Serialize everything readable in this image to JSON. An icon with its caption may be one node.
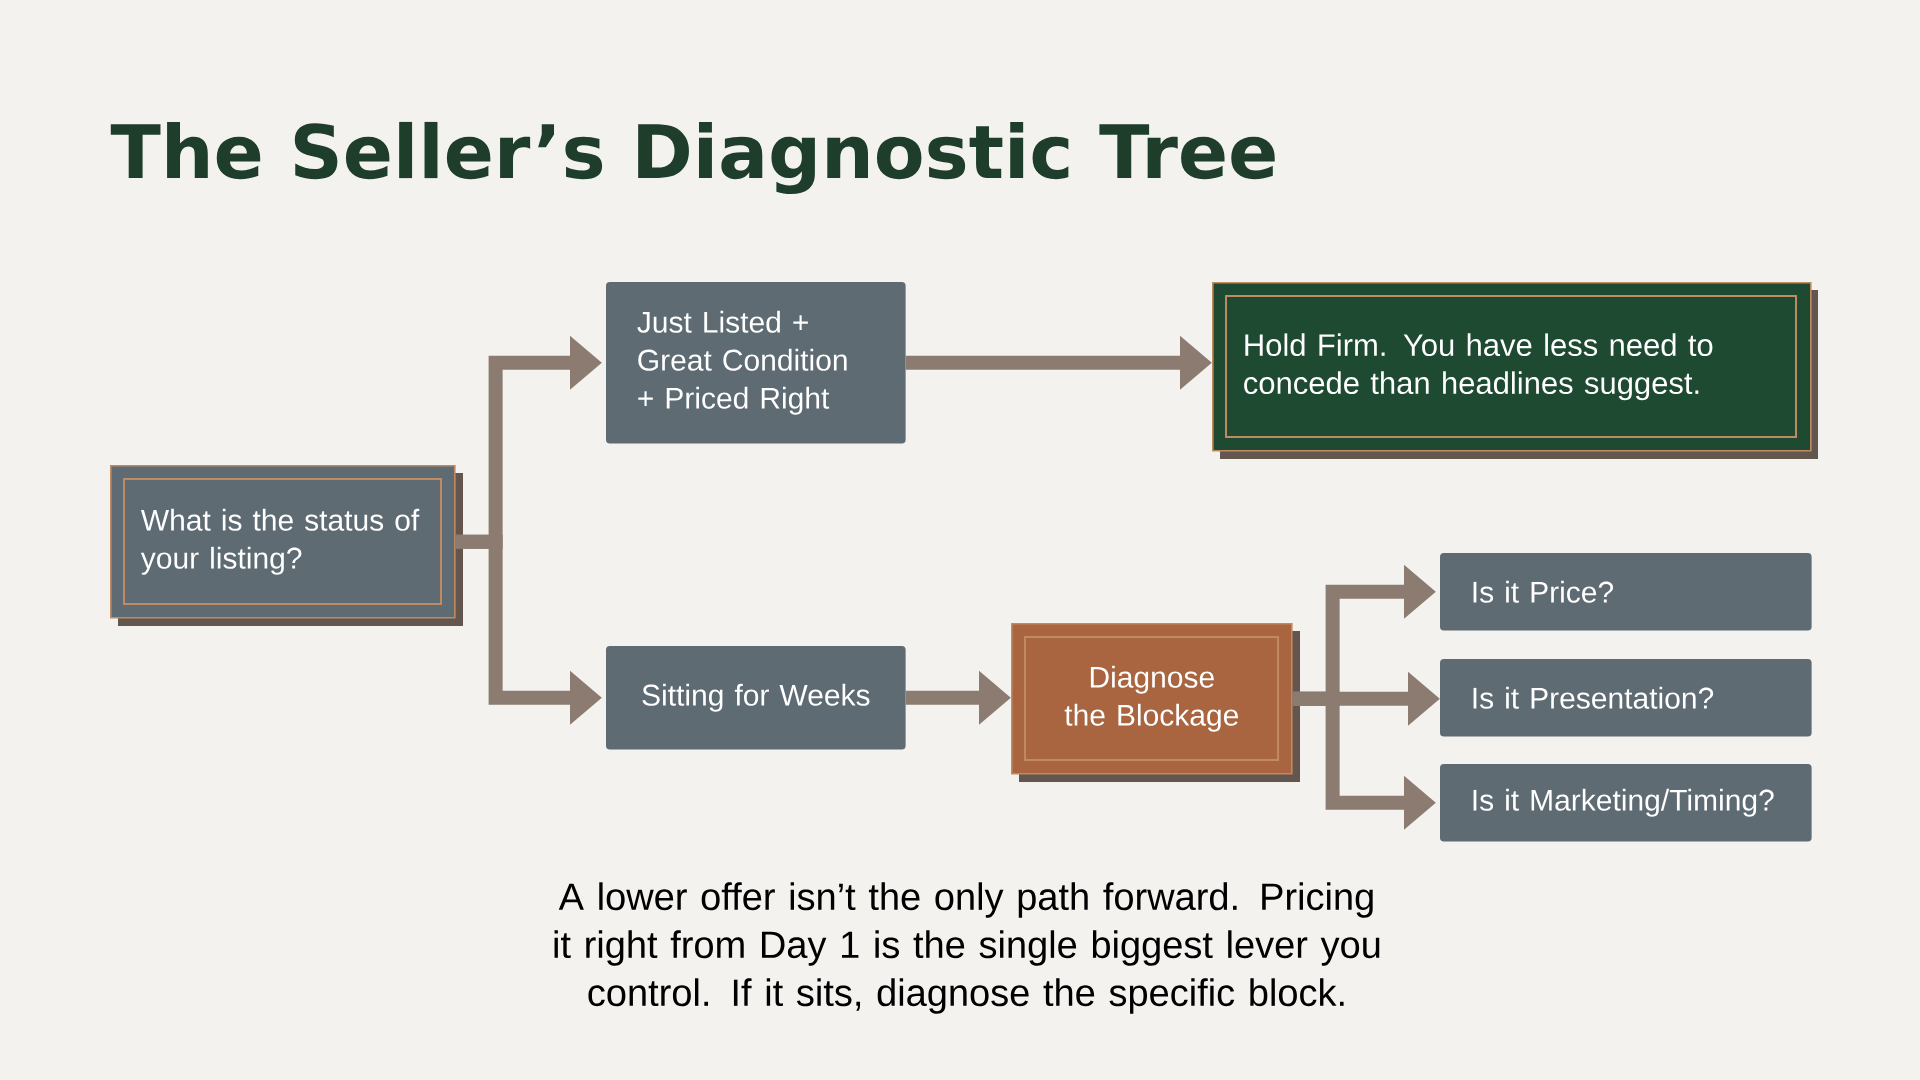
{
  "diagram": {
    "title": "The Seller’s Diagnostic Tree",
    "caption": "A lower offer isn’t the only path forward. Pricing it right from Day 1 is the single biggest lever you control. If it sits, diagnose the specific block.",
    "nodes": [
      {
        "text": [
          "What is the status of your listing?"
        ]
      },
      {
        "text": [
          "Just Listed + Great Condition + Priced Right"
        ]
      },
      {
        "text": [
          "Hold Firm. You have less need to concede than headlines suggest."
        ]
      },
      {
        "text": [
          "Sitting for Weeks"
        ]
      },
      {
        "text": [
          "Diagnose the Blockage"
        ]
      },
      {
        "text": [
          "Is it Price?"
        ]
      },
      {
        "text": [
          "Is it Presentation?"
        ]
      },
      {
        "text": [
          "Is it Marketing/Timing?"
        ]
      }
    ],
    "edges": [
      {
        "from": 0,
        "to": 1,
        "arrow": "to"
      },
      {
        "from": 0,
        "to": 3,
        "arrow": "to"
      },
      {
        "from": 1,
        "to": 2,
        "arrow": "to"
      },
      {
        "from": 3,
        "to": 4,
        "arrow": "to"
      },
      {
        "from": 4,
        "to": 5,
        "arrow": "to"
      },
      {
        "from": 4,
        "to": 6,
        "arrow": "to"
      },
      {
        "from": 4,
        "to": 7,
        "arrow": "to"
      }
    ]
  }
}
